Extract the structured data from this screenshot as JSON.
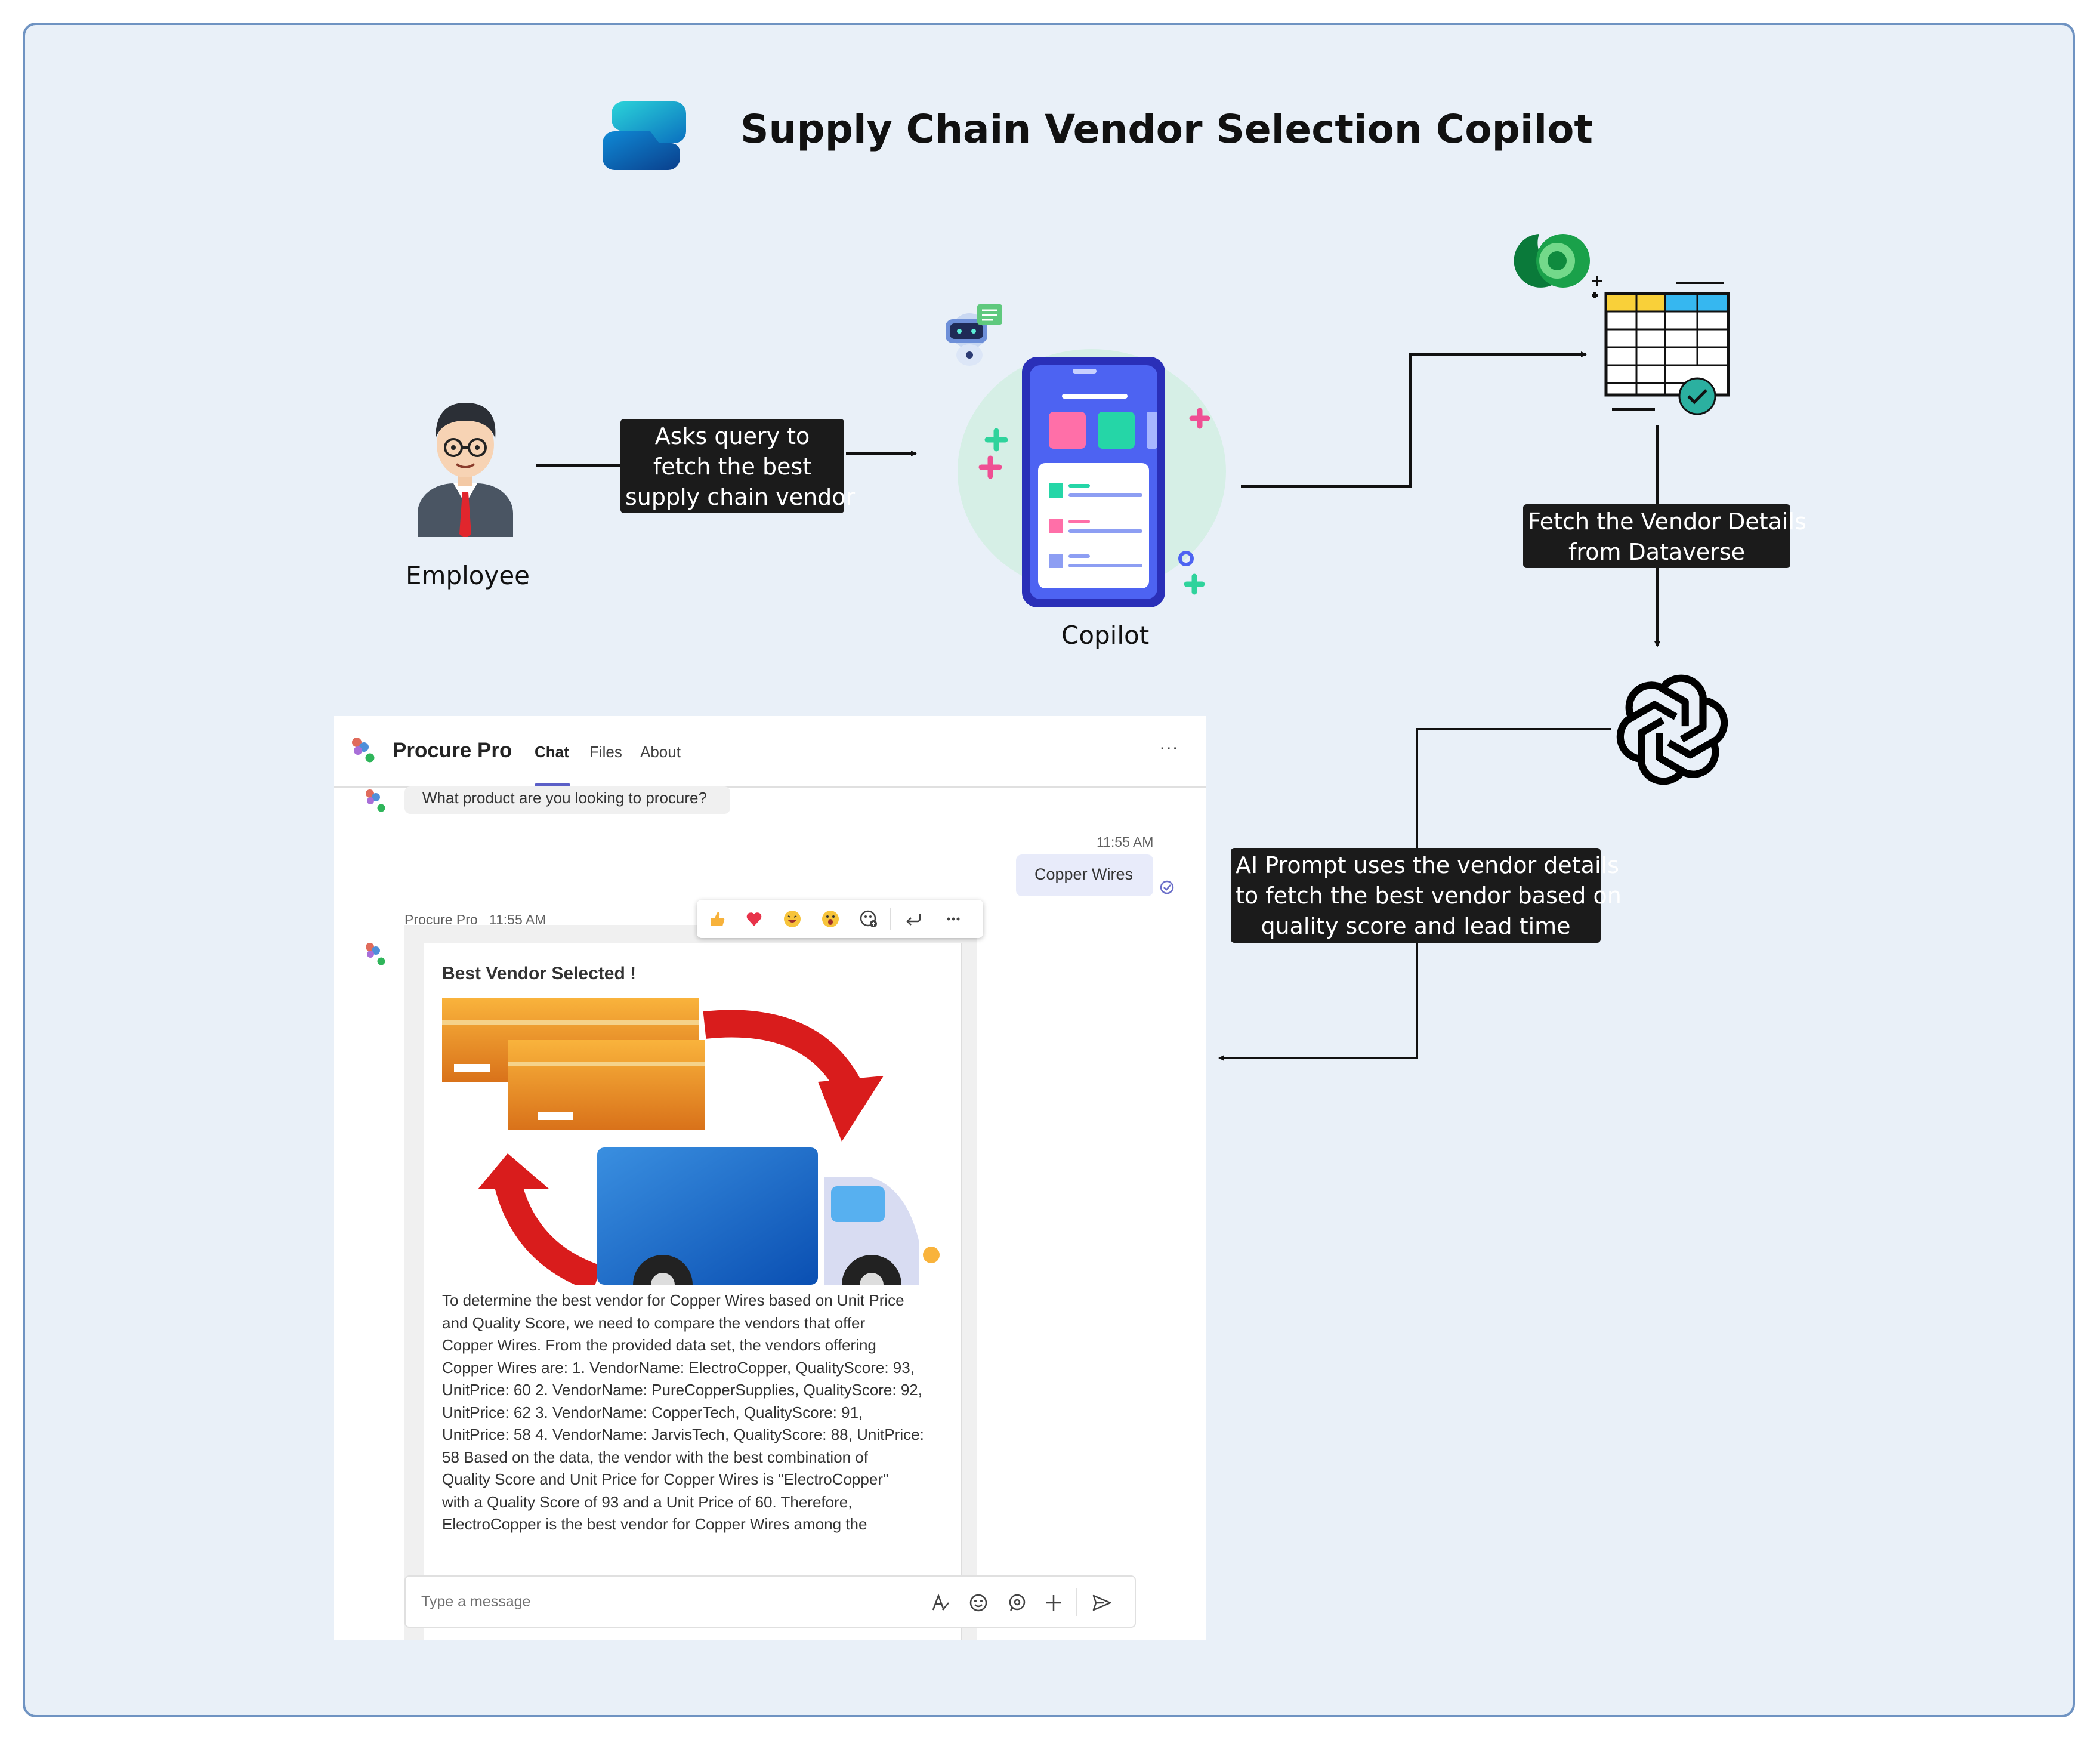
{
  "title": "Supply Chain Vendor Selection Copilot",
  "nodes": {
    "employee": "Employee",
    "copilot": "Copilot"
  },
  "edge_labels": {
    "ask_query": [
      "Asks query to",
      "fetch the best",
      "supply chain vendor"
    ],
    "fetch_vendor": [
      "Fetch the Vendor Details",
      "from Dataverse"
    ],
    "ai_prompt": [
      "AI Prompt uses the vendor details",
      "to fetch the best vendor based on",
      "quality score and lead time"
    ]
  },
  "teams": {
    "app_name": "Procure Pro",
    "tabs": [
      "Chat",
      "Files",
      "About"
    ],
    "active_tab": "Chat",
    "more": "···",
    "bot_question": "What product are you looking to procure?",
    "user_time": "11:55 AM",
    "user_message": "Copper Wires",
    "bot_sender": "Procure Pro",
    "bot_time": "11:55 AM",
    "card_title": "Best Vendor Selected !",
    "card_text_lines": [
      "To determine the best vendor for Copper Wires based on Unit Price",
      "and Quality Score, we need to compare the vendors that offer",
      "Copper Wires. From the provided data set, the vendors offering",
      "Copper Wires are: 1. VendorName: ElectroCopper, QualityScore: 93,",
      "UnitPrice: 60 2. VendorName: PureCopperSupplies, QualityScore: 92,",
      "UnitPrice: 62 3. VendorName: CopperTech, QualityScore: 91,",
      "UnitPrice: 58 4. VendorName: JarvisTech, QualityScore: 88, UnitPrice:",
      "58 Based on the data, the vendor with the best combination of",
      "Quality Score and Unit Price for Copper Wires is \"ElectroCopper\"",
      "with a Quality Score of 93 and a Unit Price of 60. Therefore,",
      "ElectroCopper is the best vendor for Copper Wires among the"
    ],
    "compose_placeholder": "Type a message"
  },
  "colors": {
    "background": "#e9f0f8",
    "border": "#6f93c2",
    "label_bg": "#1b1b1b",
    "teams_accent": "#5b5fc7"
  }
}
